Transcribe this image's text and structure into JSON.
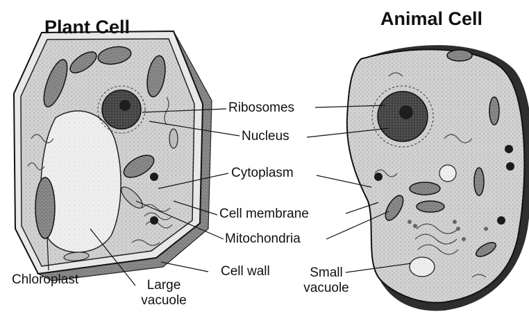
{
  "titles": {
    "plant": "Plant Cell",
    "animal": "Animal Cell"
  },
  "labels": {
    "ribosomes": "Ribosomes",
    "nucleus": "Nucleus",
    "cytoplasm": "Cytoplasm",
    "cell_membrane": "Cell membrane",
    "mitochondria": "Mitochondria",
    "cell_wall": "Cell wall",
    "chloroplast": "Chloroplast",
    "large_vacuole_line1": "Large",
    "large_vacuole_line2": "vacuole",
    "small_vacuole_line1": "Small",
    "small_vacuole_line2": "vacuole"
  },
  "colors": {
    "wall_shade": "#5a5a5a",
    "cytoplasm": "#d4d4d4",
    "vacuole": "#ececec",
    "organelle_dark": "#3a3a3a",
    "leader_line": "#111111"
  }
}
